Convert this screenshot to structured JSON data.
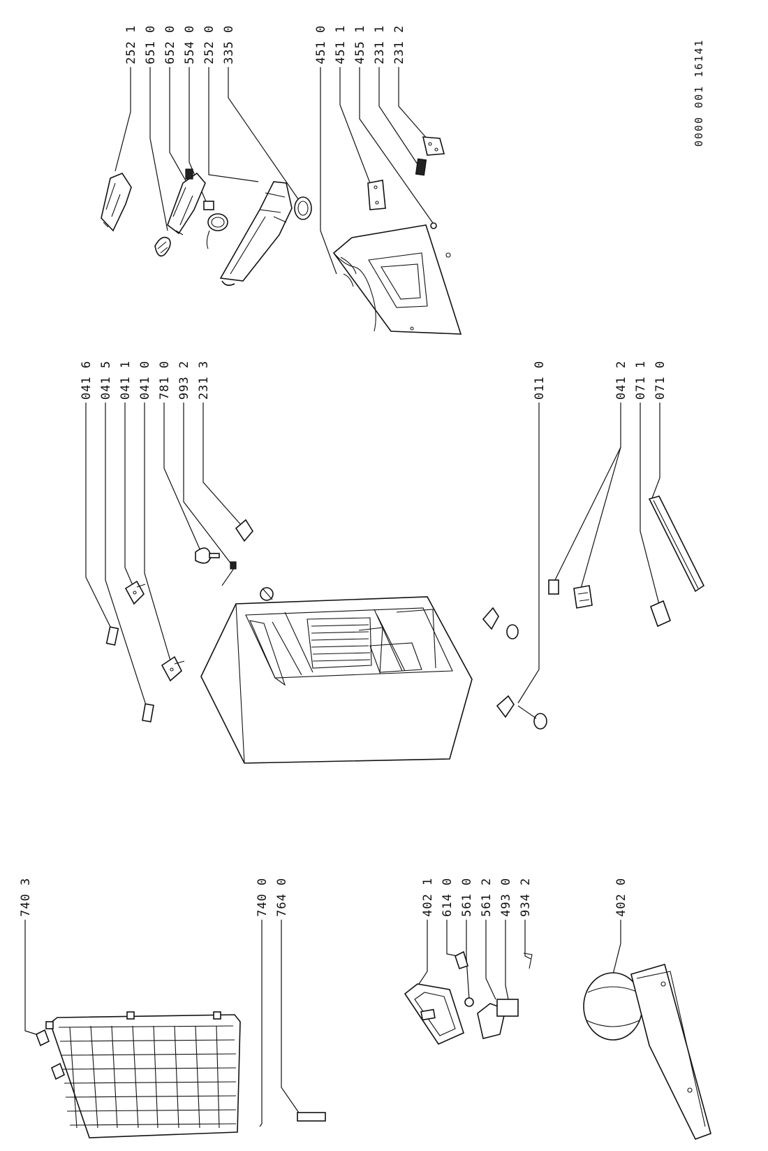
{
  "document_code": "0000 001 16141",
  "callouts": {
    "c252_1": "252 1",
    "c651_0": "651 0",
    "c652_0": "652 0",
    "c554_0": "554 0",
    "c252_0": "252 0",
    "c335_0": "335 0",
    "c451_0": "451 0",
    "c451_1": "451 1",
    "c455_1": "455 1",
    "c231_1": "231 1",
    "c231_2": "231 2",
    "c041_6": "041 6",
    "c041_5": "041 5",
    "c041_1": "041 1",
    "c041_0": "041 0",
    "c781_0": "781 0",
    "c993_2": "993 2",
    "c231_3": "231 3",
    "c011_0": "011 0",
    "c041_2": "041 2",
    "c071_1": "071 1",
    "c071_0": "071 0",
    "c740_3": "740 3",
    "c740_0": "740 0",
    "c764_0": "764 0",
    "c402_1": "402 1",
    "c614_0": "614 0",
    "c561_0": "561 0",
    "c561_2": "561 2",
    "c493_0": "493 0",
    "c934_2": "934 2",
    "c402_0": "402 0"
  }
}
